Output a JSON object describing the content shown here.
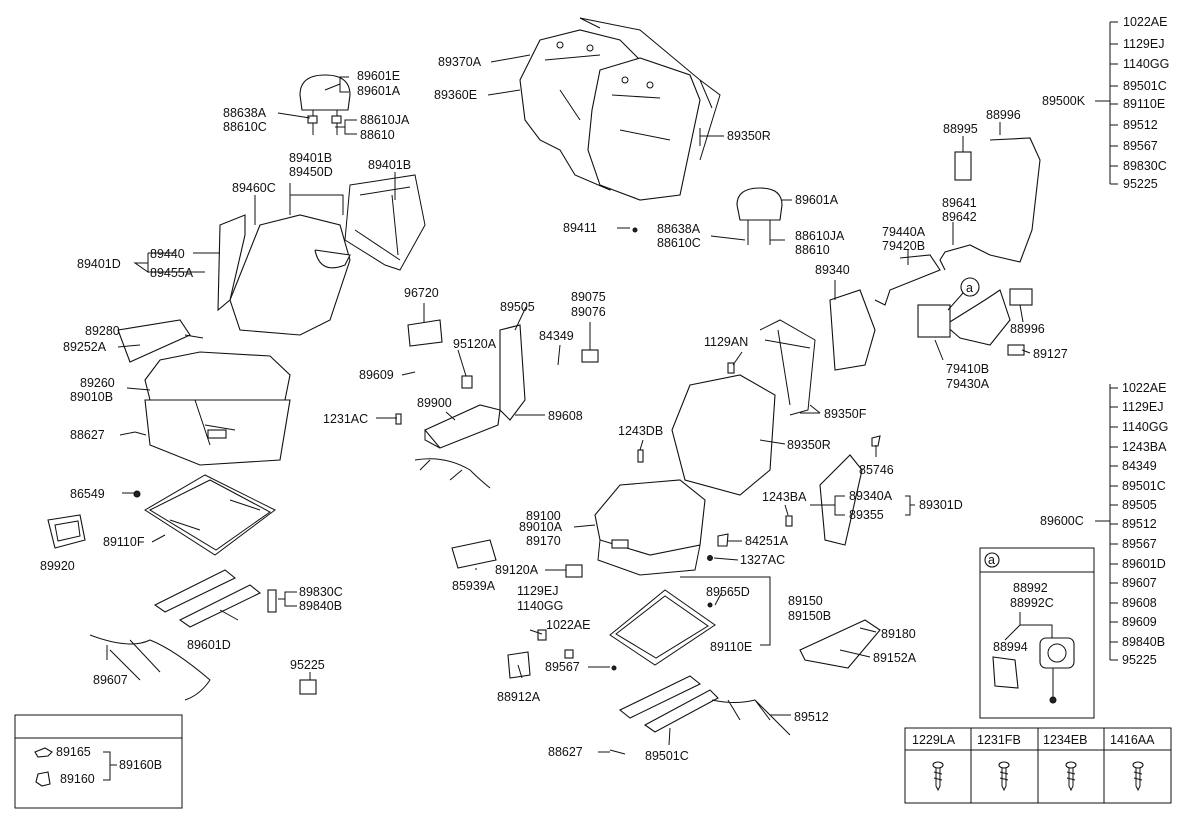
{
  "labels": {
    "l89601E": "89601E",
    "l89601A_1": "89601A",
    "l88638A_1": "88638A",
    "l88610C_1": "88610C",
    "l88610JA_1": "88610JA",
    "l88610_1": "88610",
    "l89370A": "89370A",
    "l89360E": "89360E",
    "l89350R_1": "89350R",
    "l1022AE_1": "1022AE",
    "l1129EJ_1": "1129EJ",
    "l1140GG_1": "1140GG",
    "l89500K": "89500K",
    "l89501C_1": "89501C",
    "l89110E_1": "89110E",
    "l89512_1": "89512",
    "l89567_1": "89567",
    "l89830C_1": "89830C",
    "l95225_1": "95225",
    "l88996_1": "88996",
    "l88995": "88995",
    "l89401B_1": "89401B",
    "l89450D": "89450D",
    "l89401B_2": "89401B",
    "l89460C": "89460C",
    "l89440": "89440",
    "l89401D": "89401D",
    "l89455A": "89455A",
    "l89411": "89411",
    "l89601A_2": "89601A",
    "l88638A_2": "88638A",
    "l88610C_2": "88610C",
    "l88610JA_2": "88610JA",
    "l88610_2": "88610",
    "l89641": "89641",
    "l89642": "89642",
    "l79440A": "79440A",
    "l79420B": "79420B",
    "l89340": "89340",
    "l88996_2": "88996",
    "l89127": "89127",
    "l79410B": "79410B",
    "l79430A": "79430A",
    "l96720": "96720",
    "l89505": "89505",
    "l89075": "89075",
    "l89076": "89076",
    "l89280": "89280",
    "l89252A": "89252A",
    "l95120A": "95120A",
    "l84349": "84349",
    "l1129AN": "1129AN",
    "l89260": "89260",
    "l89010B": "89010B",
    "l89609": "89609",
    "l89900": "89900",
    "l89608": "89608",
    "l89350F": "89350F",
    "l1231AC": "1231AC",
    "l89350R_2": "89350R",
    "l1243DB": "1243DB",
    "l88627_1": "88627",
    "l85746": "85746",
    "l86549": "86549",
    "l89340A": "89340A",
    "l89301D": "89301D",
    "l1243BA": "1243BA",
    "l89355": "89355",
    "l89100": "89100",
    "l89010A": "89010A",
    "l89170": "89170",
    "l89110F": "89110F",
    "l84251A": "84251A",
    "l1327AC": "1327AC",
    "l89920": "89920",
    "l85939A": "85939A",
    "l89120A": "89120A",
    "l89565D": "89565D",
    "l89150": "89150",
    "l89150B": "89150B",
    "l1129EJ_2": "1129EJ",
    "l1140GG_2": "1140GG",
    "l89830C_2": "89830C",
    "l89840B_1": "89840B",
    "l1022AE_2": "1022AE",
    "l89180": "89180",
    "l89601D_1": "89601D",
    "l89110E_2": "89110E",
    "l89152A": "89152A",
    "l89607_1": "89607",
    "l95225_2": "95225",
    "l88912A": "88912A",
    "l89567_2": "89567",
    "l89512_2": "89512",
    "l88627_2": "88627",
    "l89501C_2": "89501C",
    "l89165": "89165",
    "l89160B": "89160B",
    "l89160": "89160"
  },
  "list_89600C": {
    "label": "89600C",
    "items": [
      "1022AE",
      "1129EJ",
      "1140GG",
      "1243BA",
      "84349",
      "89501C",
      "89505",
      "89512",
      "89567",
      "89601D",
      "89607",
      "89608",
      "89609",
      "89840B",
      "95225"
    ]
  },
  "inset_a": {
    "marker": "a",
    "l88992": "88992",
    "l88992C": "88992C",
    "l88994": "88994"
  },
  "callout_a": "a",
  "fastener_table": {
    "headers": [
      "1229LA",
      "1231FB",
      "1234EB",
      "1416AA"
    ]
  }
}
